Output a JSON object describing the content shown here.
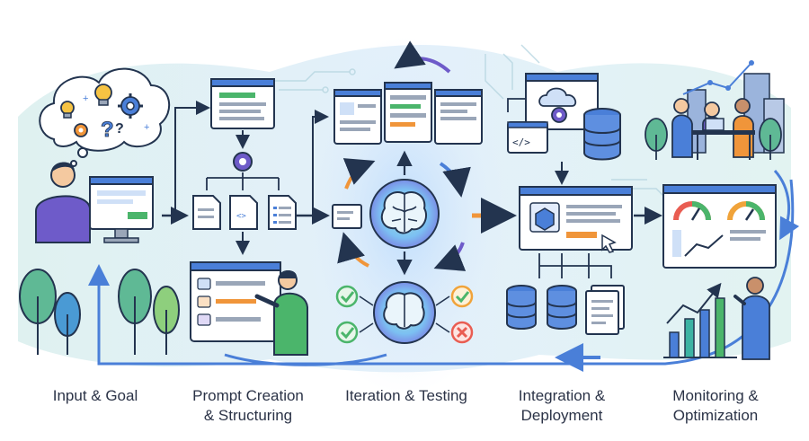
{
  "stages": [
    {
      "id": "input-goal",
      "lines": [
        "Input & Goal"
      ]
    },
    {
      "id": "prompt-creation",
      "lines": [
        "Prompt Creation",
        "& Structuring"
      ]
    },
    {
      "id": "iteration-testing",
      "lines": [
        "Iteration & Testing"
      ]
    },
    {
      "id": "integration-deployment",
      "lines": [
        "Integration &",
        "Deployment"
      ]
    },
    {
      "id": "monitoring-optimization",
      "lines": [
        "Monitoring &",
        "Optimization"
      ]
    }
  ],
  "code_symbol": "</>",
  "colors": {
    "navy": "#23344f",
    "blue": "#4a7fd8",
    "orange": "#f0953a",
    "green": "#4bb56b",
    "red": "#e95d52",
    "purple": "#7b63cf",
    "teal": "#3cb3a3",
    "background_wash": "#dceff3"
  }
}
